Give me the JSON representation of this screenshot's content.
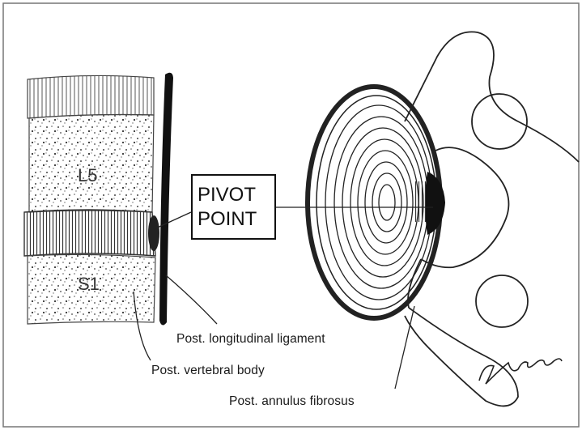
{
  "pivot": {
    "line1": "PIVOT",
    "line2": "POINT"
  },
  "vertebrae": {
    "upper": "L5",
    "lower": "S1"
  },
  "labels": {
    "ligament": "Post. longitudinal ligament",
    "vertebral_body": "Post. vertebral body",
    "annulus": "Post. annulus fibrosus"
  },
  "signature": {
    "kind": "handwritten-signature"
  }
}
